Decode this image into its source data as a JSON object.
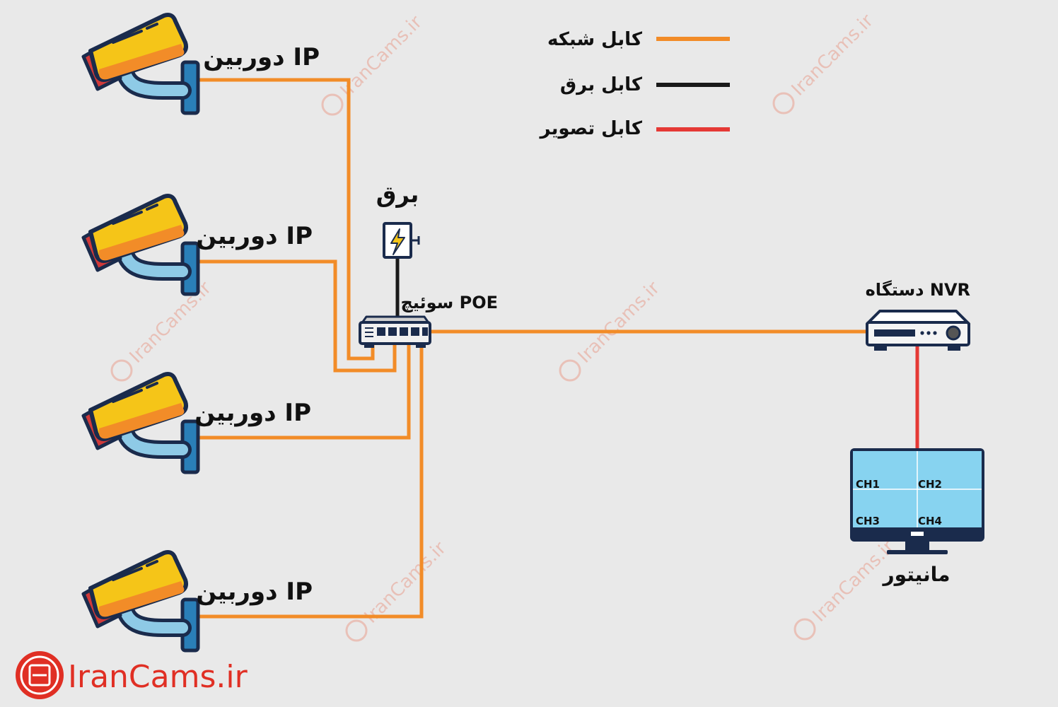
{
  "colors": {
    "network": "#f28c28",
    "power": "#1a1a1a",
    "video": "#e53935",
    "brand": "#e02f24"
  },
  "legend": [
    {
      "label": "کابل شبکه",
      "kind": "network"
    },
    {
      "label": "کابل برق",
      "kind": "power"
    },
    {
      "label": "کابل تصویر",
      "kind": "video"
    }
  ],
  "cameras": [
    {
      "label": "دوربین IP"
    },
    {
      "label": "دوربین IP"
    },
    {
      "label": "دوربین IP"
    },
    {
      "label": "دوربین IP"
    }
  ],
  "power_source": {
    "label": "برق"
  },
  "switch": {
    "label": "سوئیچ POE"
  },
  "nvr": {
    "label": "دستگاه NVR"
  },
  "monitor": {
    "label": "مانیتور",
    "channels": [
      "CH1",
      "CH2",
      "CH3",
      "CH4"
    ]
  },
  "watermark": "IranCams.ir",
  "brand": {
    "text": "IranCams.ir"
  }
}
